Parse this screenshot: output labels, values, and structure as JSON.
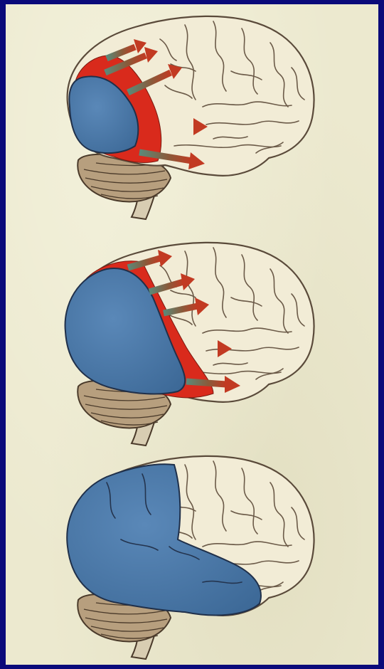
{
  "colors": {
    "border": "#0a0a7a",
    "paper": "#ece9cf",
    "cortex": "#f2ecd6",
    "affected_region": "#4a78a8",
    "spreading_front": "#d92a1c",
    "spread_arrow_tail": "#5a8a7a",
    "spread_arrow_head": "#c23a22",
    "cerebellum": "#b79f7e"
  },
  "stages": [
    {
      "stage": 1,
      "affected_extent": "occipital",
      "spread_arrows": 5
    },
    {
      "stage": 2,
      "affected_extent": "occipital-parietal-temporal",
      "spread_arrows": 5
    },
    {
      "stage": 3,
      "affected_extent": "posterior-half",
      "spread_arrows": 0
    }
  ]
}
